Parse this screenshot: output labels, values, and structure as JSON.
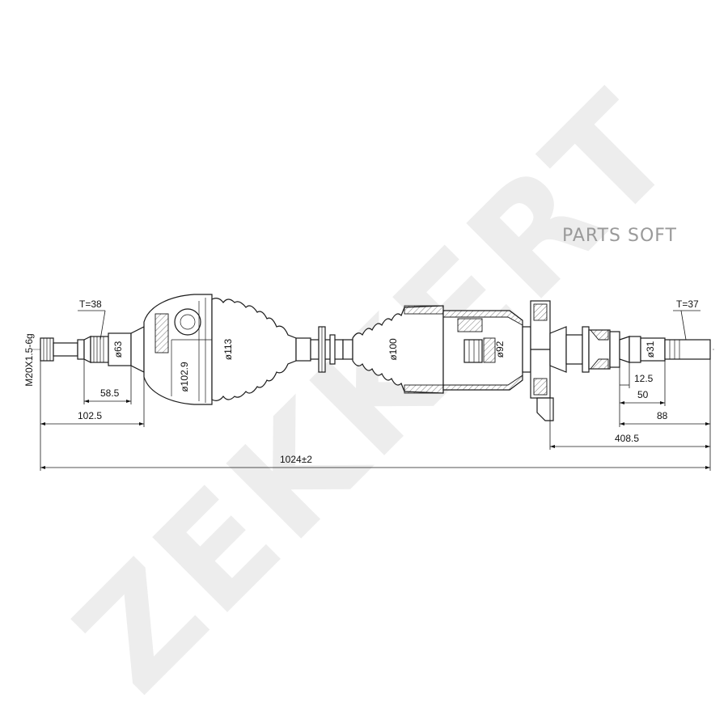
{
  "watermark": {
    "brand": "ZEKKERT",
    "parts_soft": "PARTS SOFT"
  },
  "labels": {
    "thread": "M20X1.5-6g",
    "teeth_left": "T=38",
    "teeth_right": "T=37",
    "d63": "ø63",
    "d102_9": "ø102.9",
    "d113": "ø113",
    "d100": "ø100",
    "d92": "ø92",
    "d31": "ø31"
  },
  "dimensions": {
    "l58_5": "58.5",
    "l102_5": "102.5",
    "l12_5": "12.5",
    "l50": "50",
    "l88": "88",
    "l408_5": "408.5",
    "total": "1024±2"
  }
}
